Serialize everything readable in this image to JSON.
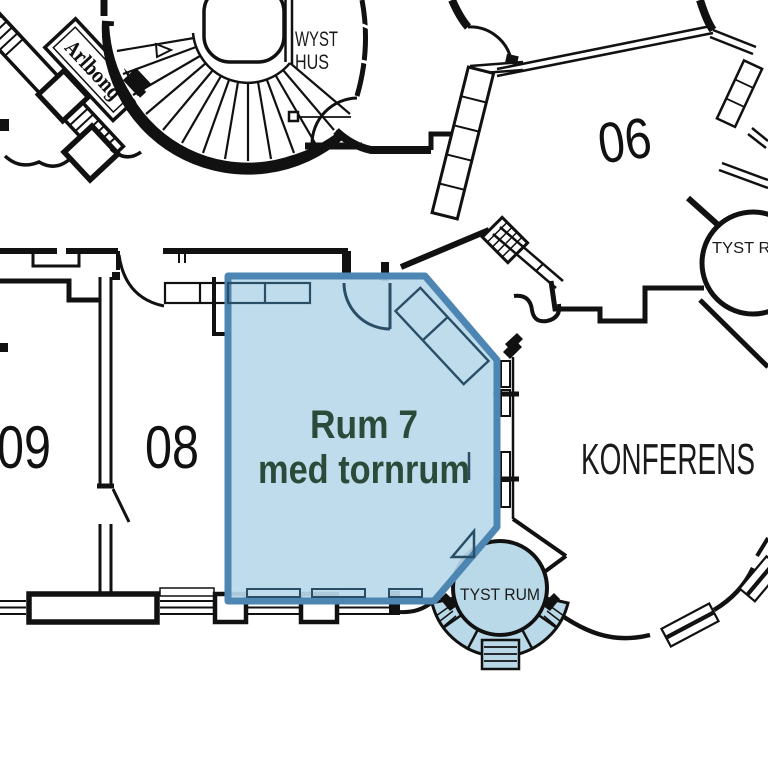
{
  "floor_plan": {
    "highlighted_room": {
      "line1": "Rum 7",
      "line2": "med tornrum"
    },
    "rooms": {
      "room09": "09",
      "room08": "08",
      "room06": "06",
      "konferens": "KONFERENS",
      "tower_quiet_room": "TYST RUM",
      "right_quiet_room": "TYST RUM",
      "wyst_line1": "WYST",
      "wyst_line2": "HUS",
      "stair_label": "Arlbong"
    },
    "colors": {
      "highlight_border": "#4d86b3",
      "highlight_fill": "#b9d9e9",
      "room_label_green": "#2b4a3a",
      "linework": "#111111"
    }
  }
}
